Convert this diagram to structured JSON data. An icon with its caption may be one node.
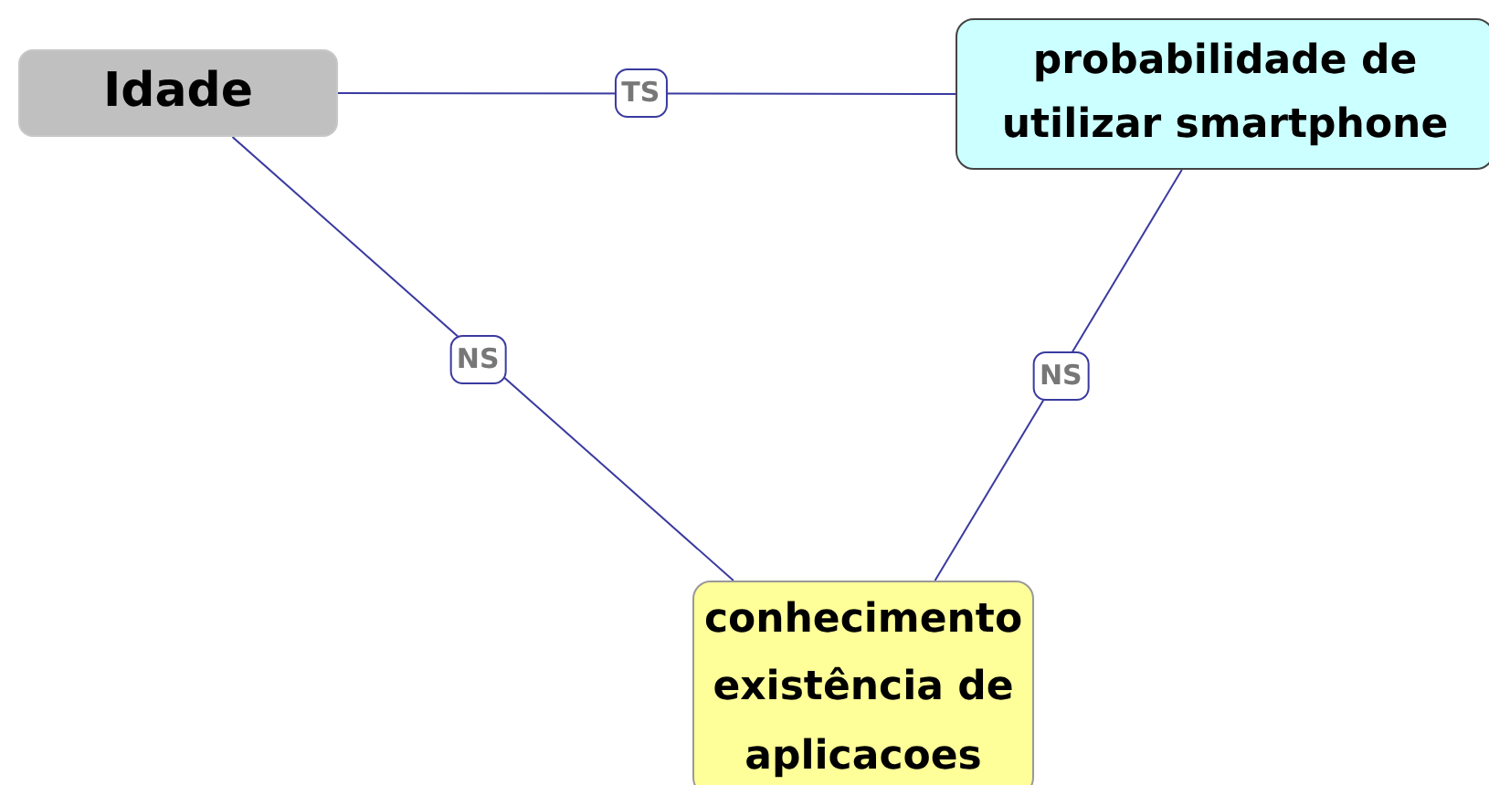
{
  "diagram": {
    "nodes": [
      {
        "text": [
          "Idade"
        ]
      },
      {
        "text": [
          "probabilidade de utilizar smartphone"
        ]
      },
      {
        "text": [
          "conhecimento existência de aplicacoes"
        ]
      }
    ],
    "edges": [
      {
        "from": 0,
        "to": 1,
        "arrow": "none",
        "label": "TS"
      },
      {
        "from": 0,
        "to": 2,
        "arrow": "none",
        "label": "NS"
      },
      {
        "from": 1,
        "to": 2,
        "arrow": "none",
        "label": "NS"
      }
    ]
  }
}
